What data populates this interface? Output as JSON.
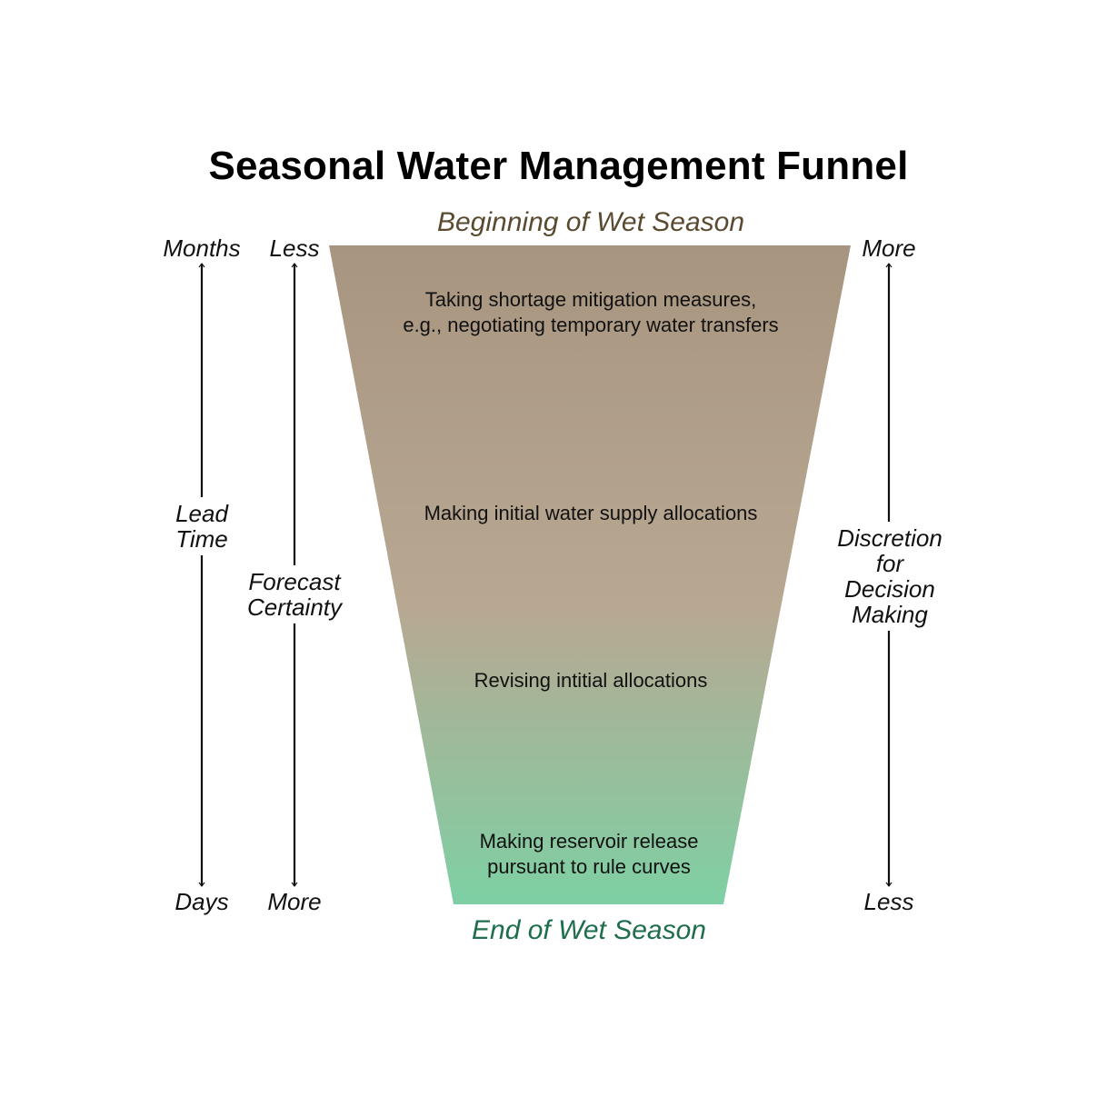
{
  "title": "Seasonal Water Management Funnel",
  "season": {
    "top": "Beginning of Wet Season",
    "bottom": "End of Wet Season"
  },
  "stages": [
    {
      "line1": "Taking shortage mitigation measures,",
      "line2": "e.g., negotiating temporary water transfers"
    },
    {
      "line1": "Making initial water supply allocations"
    },
    {
      "line1": "Revising intitial allocations"
    },
    {
      "line1": "Making reservoir release",
      "line2": "pursuant to rule curves"
    }
  ],
  "axes": {
    "lead_time": {
      "top": "Months",
      "bottom": "Days",
      "label_line1": "Lead",
      "label_line2": "Time"
    },
    "forecast_certainty": {
      "top": "Less",
      "bottom": "More",
      "label_line1": "Forecast",
      "label_line2": "Certainty"
    },
    "discretion": {
      "top": "More",
      "bottom": "Less",
      "label_line1": "Discretion",
      "label_line2": "for",
      "label_line3": "Decision",
      "label_line4": "Making"
    }
  },
  "colors": {
    "funnel_top": "#a89580",
    "funnel_mid": "#b8a892",
    "funnel_bottom": "#7ed0a4",
    "season_top_text": "#5a4a30",
    "season_bottom_text": "#1e6e4c"
  }
}
